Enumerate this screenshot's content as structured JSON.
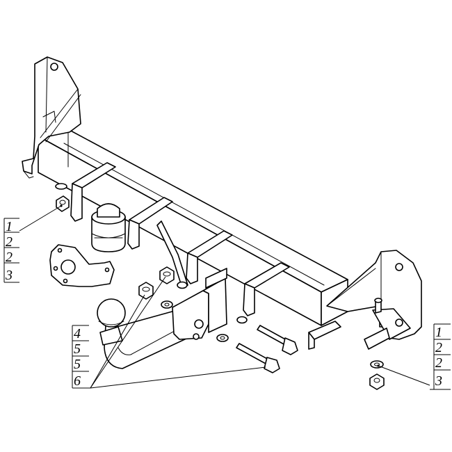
{
  "diagram": {
    "left_callout": [
      "1",
      "2",
      "2",
      "3"
    ],
    "right_callout": [
      "1",
      "2",
      "2",
      "3"
    ],
    "bottom_callout": [
      "4",
      "5",
      "5",
      "6"
    ]
  }
}
